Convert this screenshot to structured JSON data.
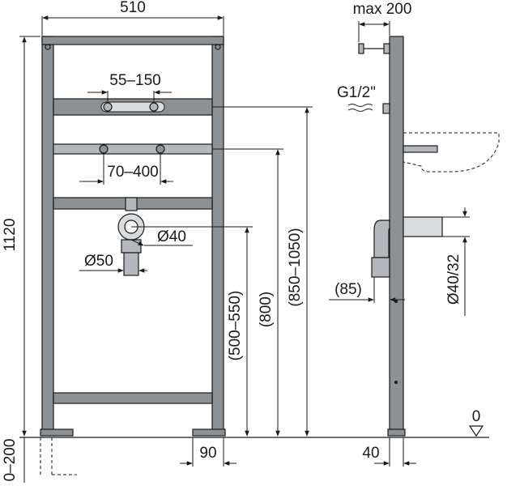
{
  "front_view": {
    "width_label": "510",
    "height_label": "1120",
    "adjust_label": "0–200",
    "tap_spacing_label": "55–150",
    "bracket_spacing_label": "70–400",
    "drain_outlet_label": "Ø40",
    "drain_pipe_label": "Ø50",
    "drain_height_label": "(500–550)",
    "bracket_height_label": "(800)",
    "tap_height_label": "(850–1050)",
    "foot_label": "90"
  },
  "side_view": {
    "depth_label": "max 200",
    "thread_label": "G1/2\"",
    "offset_label": "(85)",
    "pipe_label": "Ø40/32",
    "base_label": "40",
    "floor_label": "0"
  }
}
